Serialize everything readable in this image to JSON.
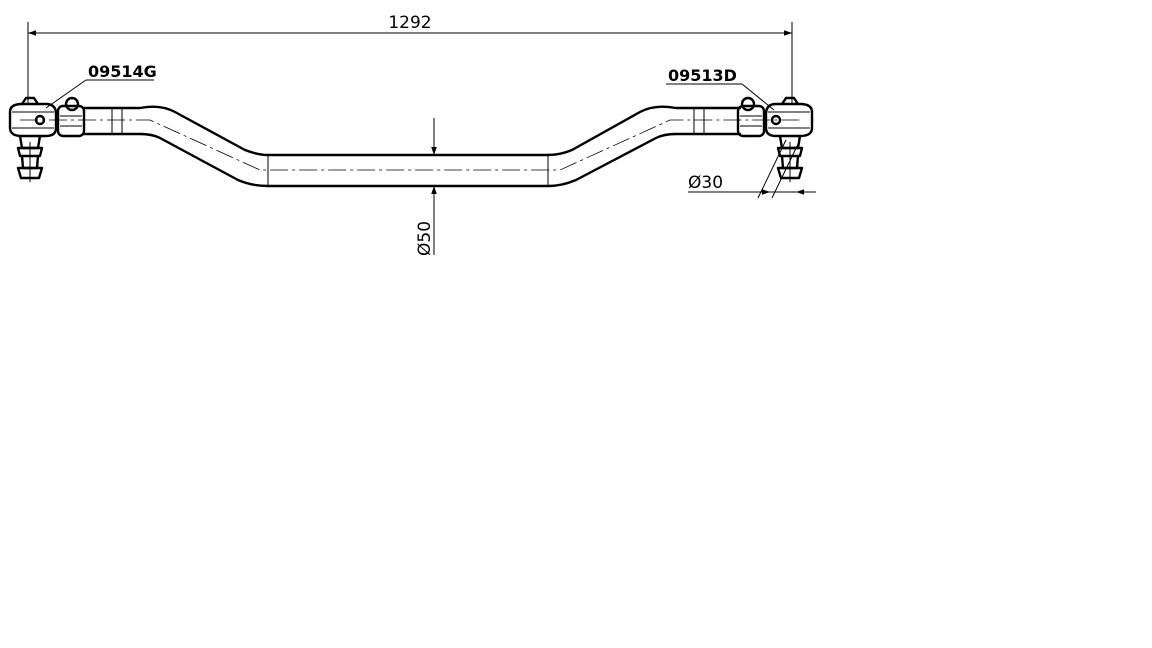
{
  "dimensions": {
    "overall_length": "1292",
    "tube_diameter": "Ø50",
    "ball_pin_diameter": "Ø30"
  },
  "parts": {
    "left_end": "09514G",
    "right_end": "09513D"
  }
}
